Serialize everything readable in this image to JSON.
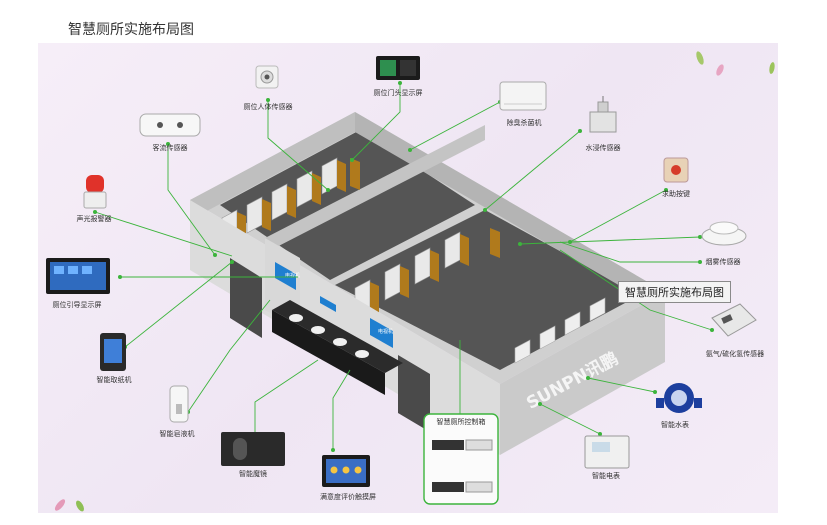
{
  "page_title": "智慧厕所实施布局图",
  "tooltip": "智慧厕所实施布局图",
  "watermark": "SUNPN讯鹏",
  "screen_text": "电视机",
  "devices": {
    "occupancy_sensor": "厕位人体传感器",
    "door_display": "厕位门头显示屏",
    "deodorizer": "除臭杀菌机",
    "water_sensor": "水浸传感器",
    "sos_button": "求助按键",
    "smoke_sensor": "烟雾传感器",
    "gas_sensor": "氨气/硫化氢传感器",
    "water_meter": "智能水表",
    "electric_meter": "智能电表",
    "control_box": "智慧厕所控制箱",
    "eval_screen": "满意度评价触摸屏",
    "mirror": "智能魔镜",
    "soap": "智能皂液机",
    "paper": "智能取纸机",
    "guide_display": "厕位引导显示屏",
    "alarm": "声光报警器",
    "flow_sensor": "客流传感器"
  },
  "colors": {
    "line": "#3cb43c",
    "wall": "#c9c9c9",
    "floor": "#555555",
    "door": "#b07a1c"
  }
}
